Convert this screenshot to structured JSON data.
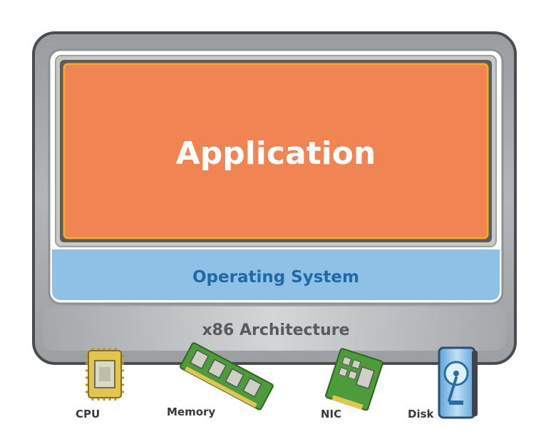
{
  "layers": {
    "application": "Application",
    "operating_system": "Operating System",
    "architecture": "x86 Architecture"
  },
  "hardware": {
    "cpu": "CPU",
    "memory": "Memory",
    "nic": "NIC",
    "disk": "Disk"
  },
  "colors": {
    "application_fill": "#f08452",
    "application_border": "#f6a81f",
    "os_fill": "#8fc1e7",
    "os_text": "#1f69a6",
    "chassis": "#a3a6a9",
    "board_green": "#4e9b3c",
    "chip_gold": "#e2c44f"
  }
}
